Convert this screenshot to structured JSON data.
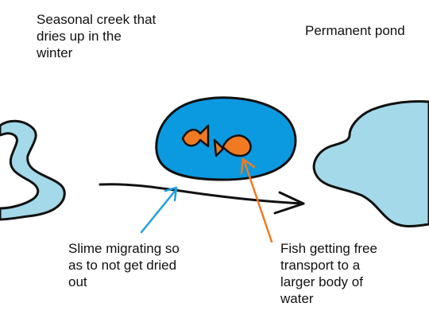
{
  "labels": {
    "creek": "Seasonal creek that\ndries up in the\nwinter",
    "pond": "Permanent pond",
    "slime": "Slime migrating so\nas to not get dried\nout",
    "fish": "Fish getting free\ntransport to a\nlarger body of\nwater"
  },
  "colors": {
    "creek_water": "#a3d9e8",
    "slime_body": "#0b9ae0",
    "fish": "#f07a22",
    "outline": "#111111",
    "slime_arrow": "#1da0e0",
    "fish_arrow": "#f07a22"
  }
}
